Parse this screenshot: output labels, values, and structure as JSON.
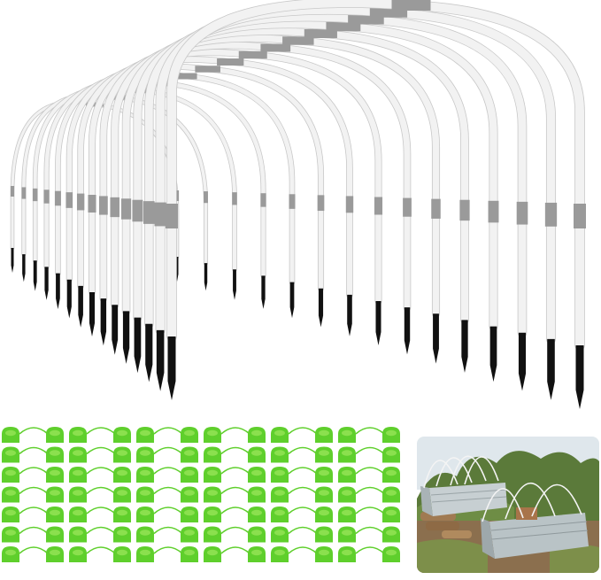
{
  "product": {
    "hoop_count": 15,
    "clip_count": 84,
    "hoop_color": "#f2f2f2",
    "hoop_outline_color": "#c8c8c8",
    "connector_color": "#9a9a9a",
    "stake_color": "#111111",
    "clip_color": "#5fcf2c",
    "clip_highlight_color": "#8be04e",
    "icons": [
      "garden-hoop",
      "ground-stake",
      "metal-connector",
      "snap-clip",
      "raised-bed"
    ]
  },
  "inset_photo": {
    "subject": "raised-garden-beds-with-hoops",
    "sky_color": "#dfe7ec",
    "foliage_color": "#5b7a3a",
    "bed_color": "#b9c3c6",
    "ground_color": "#8b6f4e"
  }
}
